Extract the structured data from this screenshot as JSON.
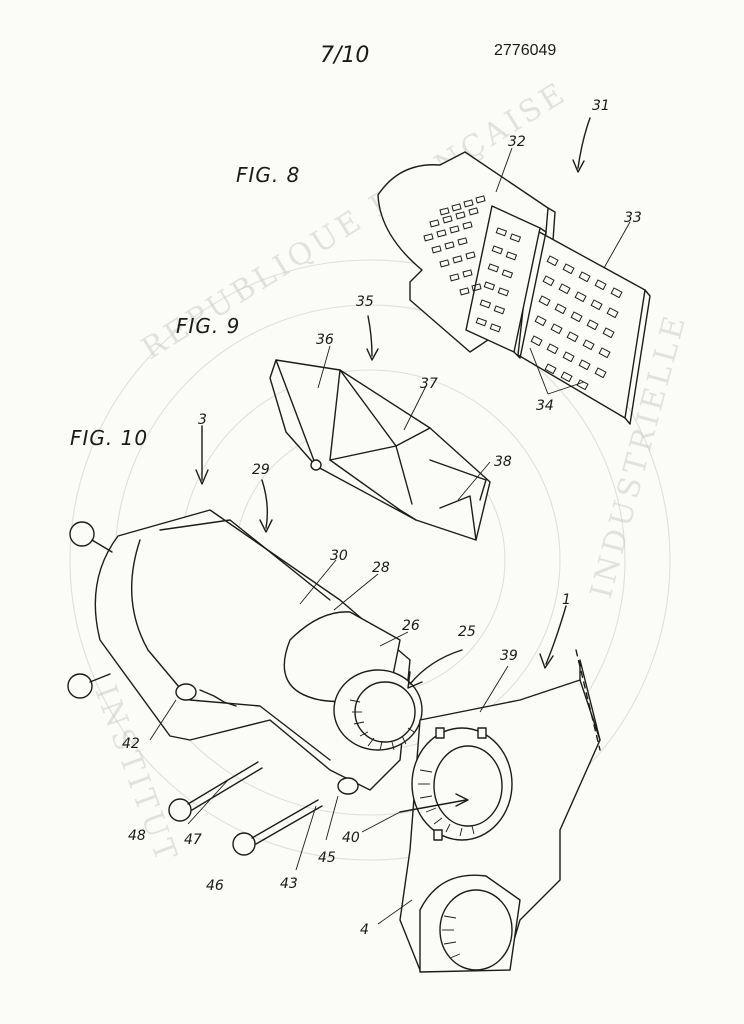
{
  "header": {
    "page_number": "7/10",
    "patent_number": "2776049"
  },
  "figures": {
    "fig8": "FIG. 8",
    "fig9": "FIG. 9",
    "fig10": "FIG. 10"
  },
  "references": {
    "r1": "1",
    "r3": "3",
    "r4": "4",
    "r25": "25",
    "r26": "26",
    "r28": "28",
    "r29": "29",
    "r30": "30",
    "r31": "31",
    "r32": "32",
    "r33": "33",
    "r34": "34",
    "r35": "35",
    "r36": "36",
    "r37": "37",
    "r38": "38",
    "r39": "39",
    "r40": "40",
    "r42": "42",
    "r43": "43",
    "r45": "45",
    "r46": "46",
    "r47": "47",
    "r48": "48"
  },
  "watermark": {
    "text_top": "REPUBLIQUE FRANÇAISE",
    "text_left": "INSTITUT",
    "text_right": "INDUSTRIELLE"
  }
}
